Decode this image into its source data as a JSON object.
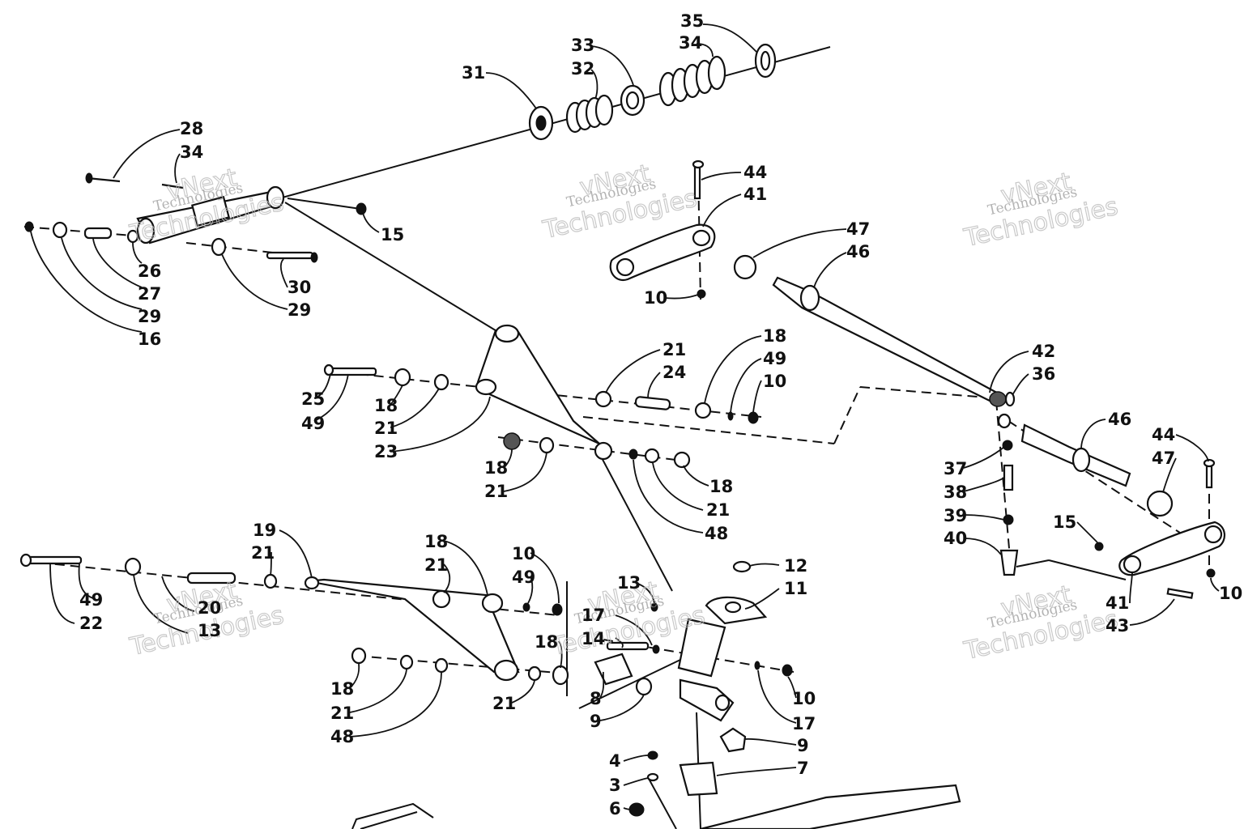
{
  "watermark": {
    "line1": "vNext",
    "line2": "Technologies"
  },
  "callouts": [
    "35",
    "34",
    "33",
    "32",
    "31",
    "28",
    "34",
    "15",
    "26",
    "27",
    "29",
    "16",
    "30",
    "29",
    "44",
    "41",
    "10",
    "47",
    "46",
    "42",
    "36",
    "25",
    "49",
    "18",
    "21",
    "23",
    "21",
    "24",
    "18",
    "49",
    "10",
    "18",
    "21",
    "18",
    "21",
    "48",
    "46",
    "37",
    "38",
    "39",
    "40",
    "44",
    "47",
    "15",
    "41",
    "43",
    "10",
    "19",
    "21",
    "49",
    "22",
    "20",
    "13",
    "18",
    "21",
    "10",
    "49",
    "13",
    "17",
    "14",
    "18",
    "12",
    "11",
    "18",
    "21",
    "48",
    "21",
    "8",
    "9",
    "10",
    "17",
    "9",
    "7",
    "4",
    "3",
    "6"
  ]
}
